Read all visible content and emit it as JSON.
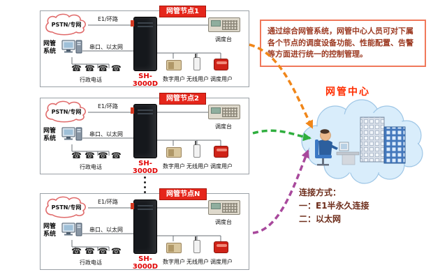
{
  "nodes": [
    {
      "title": "网管节点1",
      "pstn_label": "PSTN/专网",
      "e1_label": "E1/环路",
      "nms_label": "网管系统",
      "serial_label": "串口、以太网",
      "server_label": "SH-3000D",
      "admin_phone_label": "行政电话",
      "dispatch_label": "调度台",
      "digital_user_label": "数字用户",
      "wireless_user_label": "无线用户",
      "dispatch_user_label": "调度用户"
    },
    {
      "title": "网管节点2",
      "pstn_label": "PSTN/专网",
      "e1_label": "E1/环路",
      "nms_label": "网管系统",
      "serial_label": "串口、以太网",
      "server_label": "SH-3000D",
      "admin_phone_label": "行政电话",
      "dispatch_label": "调度台",
      "digital_user_label": "数字用户",
      "wireless_user_label": "无线用户",
      "dispatch_user_label": "调度用户"
    },
    {
      "title": "网管节点N",
      "pstn_label": "PSTN/专网",
      "e1_label": "E1/环路",
      "nms_label": "网管系统",
      "serial_label": "串口、以太网",
      "server_label": "SH-3000D",
      "admin_phone_label": "行政电话",
      "dispatch_label": "调度台",
      "digital_user_label": "数字用户",
      "wireless_user_label": "无线用户",
      "dispatch_user_label": "调度用户"
    }
  ],
  "center": {
    "title": "网管中心",
    "description": "通过综合网管系统，网管中心人员可对下属各个节点的调度设备功能、性能配置、告警等方面进行统一的控制管理。"
  },
  "connection_info": {
    "title": "连接方式：",
    "method1": "一：E1半永久连接",
    "method2": "二：以太网"
  },
  "icons": {
    "phone": "☎"
  },
  "colors": {
    "node_title_bg": "#e5261b",
    "server_label_text": "#e00000",
    "center_title_text": "#ff2d00",
    "description_text": "#9c3a22",
    "description_border": "#f0785a",
    "arrow1": "#f08619",
    "arrow2": "#2fae3e",
    "arrow3": "#a8499c",
    "cloud_fill": "#d9edfb"
  }
}
